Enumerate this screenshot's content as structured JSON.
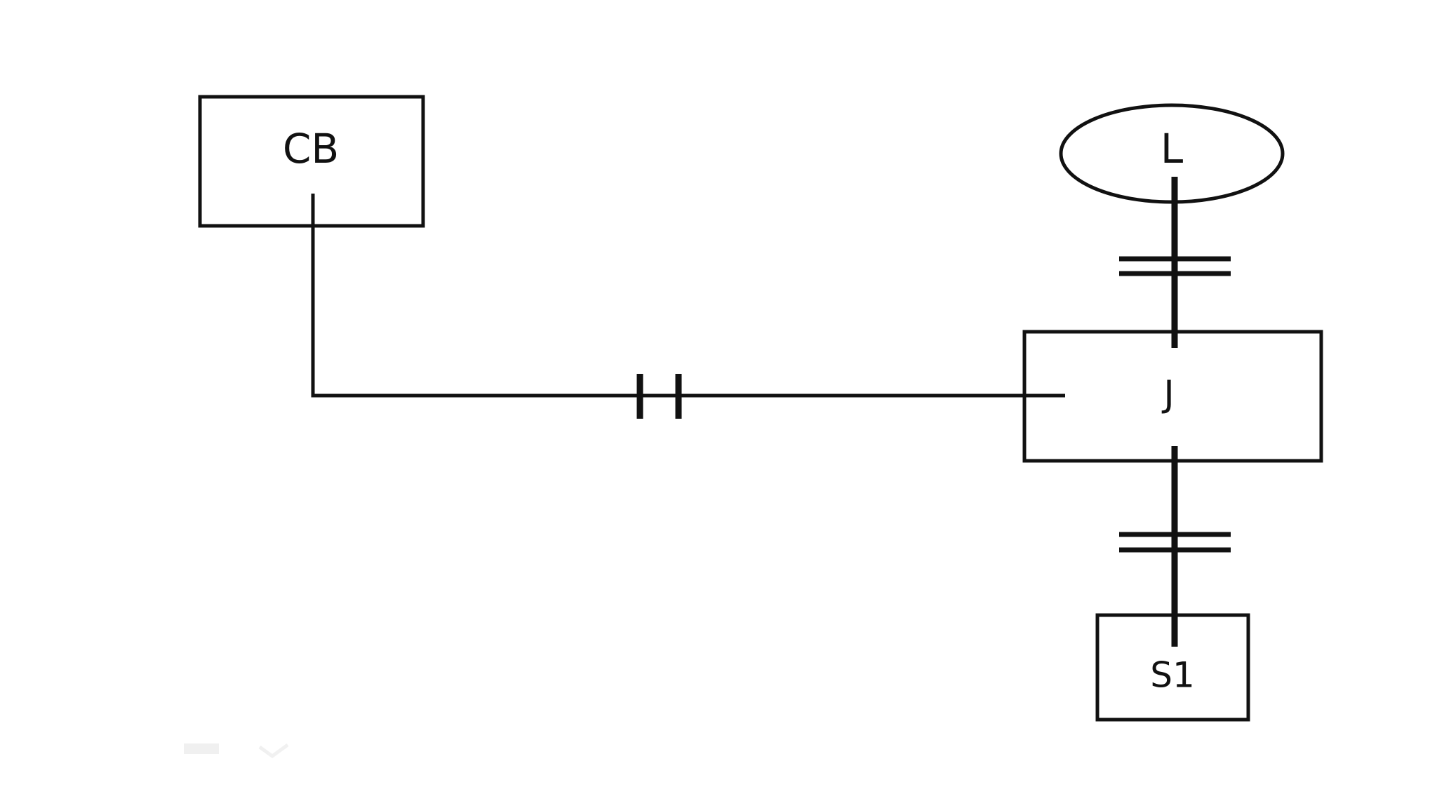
{
  "diagram": {
    "stroke_color": "#111111",
    "background_color": "#ffffff",
    "nodes": [
      {
        "id": "cb",
        "label": "CB",
        "shape": "rectangle"
      },
      {
        "id": "l",
        "label": "L",
        "shape": "ellipse"
      },
      {
        "id": "j",
        "label": "J",
        "shape": "rectangle"
      },
      {
        "id": "s1",
        "label": "S1",
        "shape": "rectangle"
      }
    ],
    "connections": [
      {
        "from": "cb",
        "to": "j",
        "marker": "double-vertical-bar"
      },
      {
        "from": "l",
        "to": "j",
        "marker": "double-horizontal-bar"
      },
      {
        "from": "j",
        "to": "s1",
        "marker": "double-horizontal-bar"
      }
    ]
  }
}
